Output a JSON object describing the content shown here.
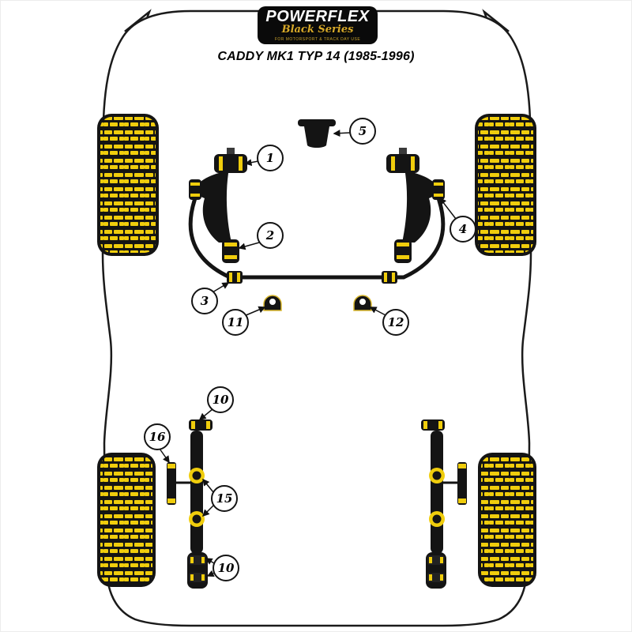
{
  "brand": {
    "name": "POWERFLEX",
    "series": "Black Series",
    "tagline": "FOR MOTORSPORT & TRACK DAY USE"
  },
  "diagram": {
    "title": "CADDY MK1 TYP 14 (1985-1996)"
  },
  "callouts": [
    {
      "id": "c1",
      "label": "1"
    },
    {
      "id": "c2",
      "label": "2"
    },
    {
      "id": "c3",
      "label": "3"
    },
    {
      "id": "c4",
      "label": "4"
    },
    {
      "id": "c5",
      "label": "5"
    },
    {
      "id": "c10-top",
      "label": "10"
    },
    {
      "id": "c11",
      "label": "11"
    },
    {
      "id": "c12",
      "label": "12"
    },
    {
      "id": "c15",
      "label": "15"
    },
    {
      "id": "c16",
      "label": "16"
    },
    {
      "id": "c10-bottom",
      "label": "10"
    }
  ],
  "colors": {
    "accent": "#f0cd0c",
    "ink": "#141414",
    "paper": "#ffffff",
    "gold": "#d7a929"
  }
}
